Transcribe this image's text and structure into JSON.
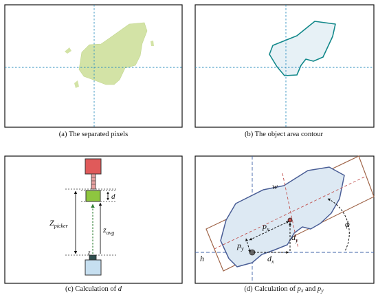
{
  "panels": {
    "a": {
      "caption": "(a) The separated pixels"
    },
    "b": {
      "caption": "(b) The object area contour"
    },
    "c": {
      "caption_prefix": "(c) Calculation of ",
      "caption_var": "d",
      "label_d": "d",
      "label_z_picker_main": "Z",
      "label_z_picker_sub": "picker",
      "label_z_avg_main": "z",
      "label_z_avg_sub": "avg",
      "label_z": "z"
    },
    "d": {
      "caption_prefix": "(d) Calculation of ",
      "caption_px_main": "p",
      "caption_px_sub": "x",
      "caption_and": " and ",
      "caption_py_main": "p",
      "caption_py_sub": "y",
      "label_w": "w",
      "label_h": "h",
      "label_phi": "ϕ",
      "label_px_main": "p",
      "label_px_sub": "x",
      "label_py_main": "p",
      "label_py_sub": "y",
      "label_dx_main": "d",
      "label_dx_sub": "x",
      "label_dy_main": "d",
      "label_dy_sub": "y"
    }
  },
  "colors": {
    "blob_fill": "#d3e3a6",
    "contour_stroke": "#12888a",
    "contour_fill": "#e7f1f6",
    "crosshair": "#2f8fbf",
    "picker_red": "#e05a5a",
    "object_green": "#8ec63f",
    "camera_blue": "#c6dff0",
    "bbox_brown": "#a0664a",
    "poly_stroke": "#4a5e96",
    "poly_fill": "#dde9f3",
    "dashed_red": "#c0504d"
  }
}
